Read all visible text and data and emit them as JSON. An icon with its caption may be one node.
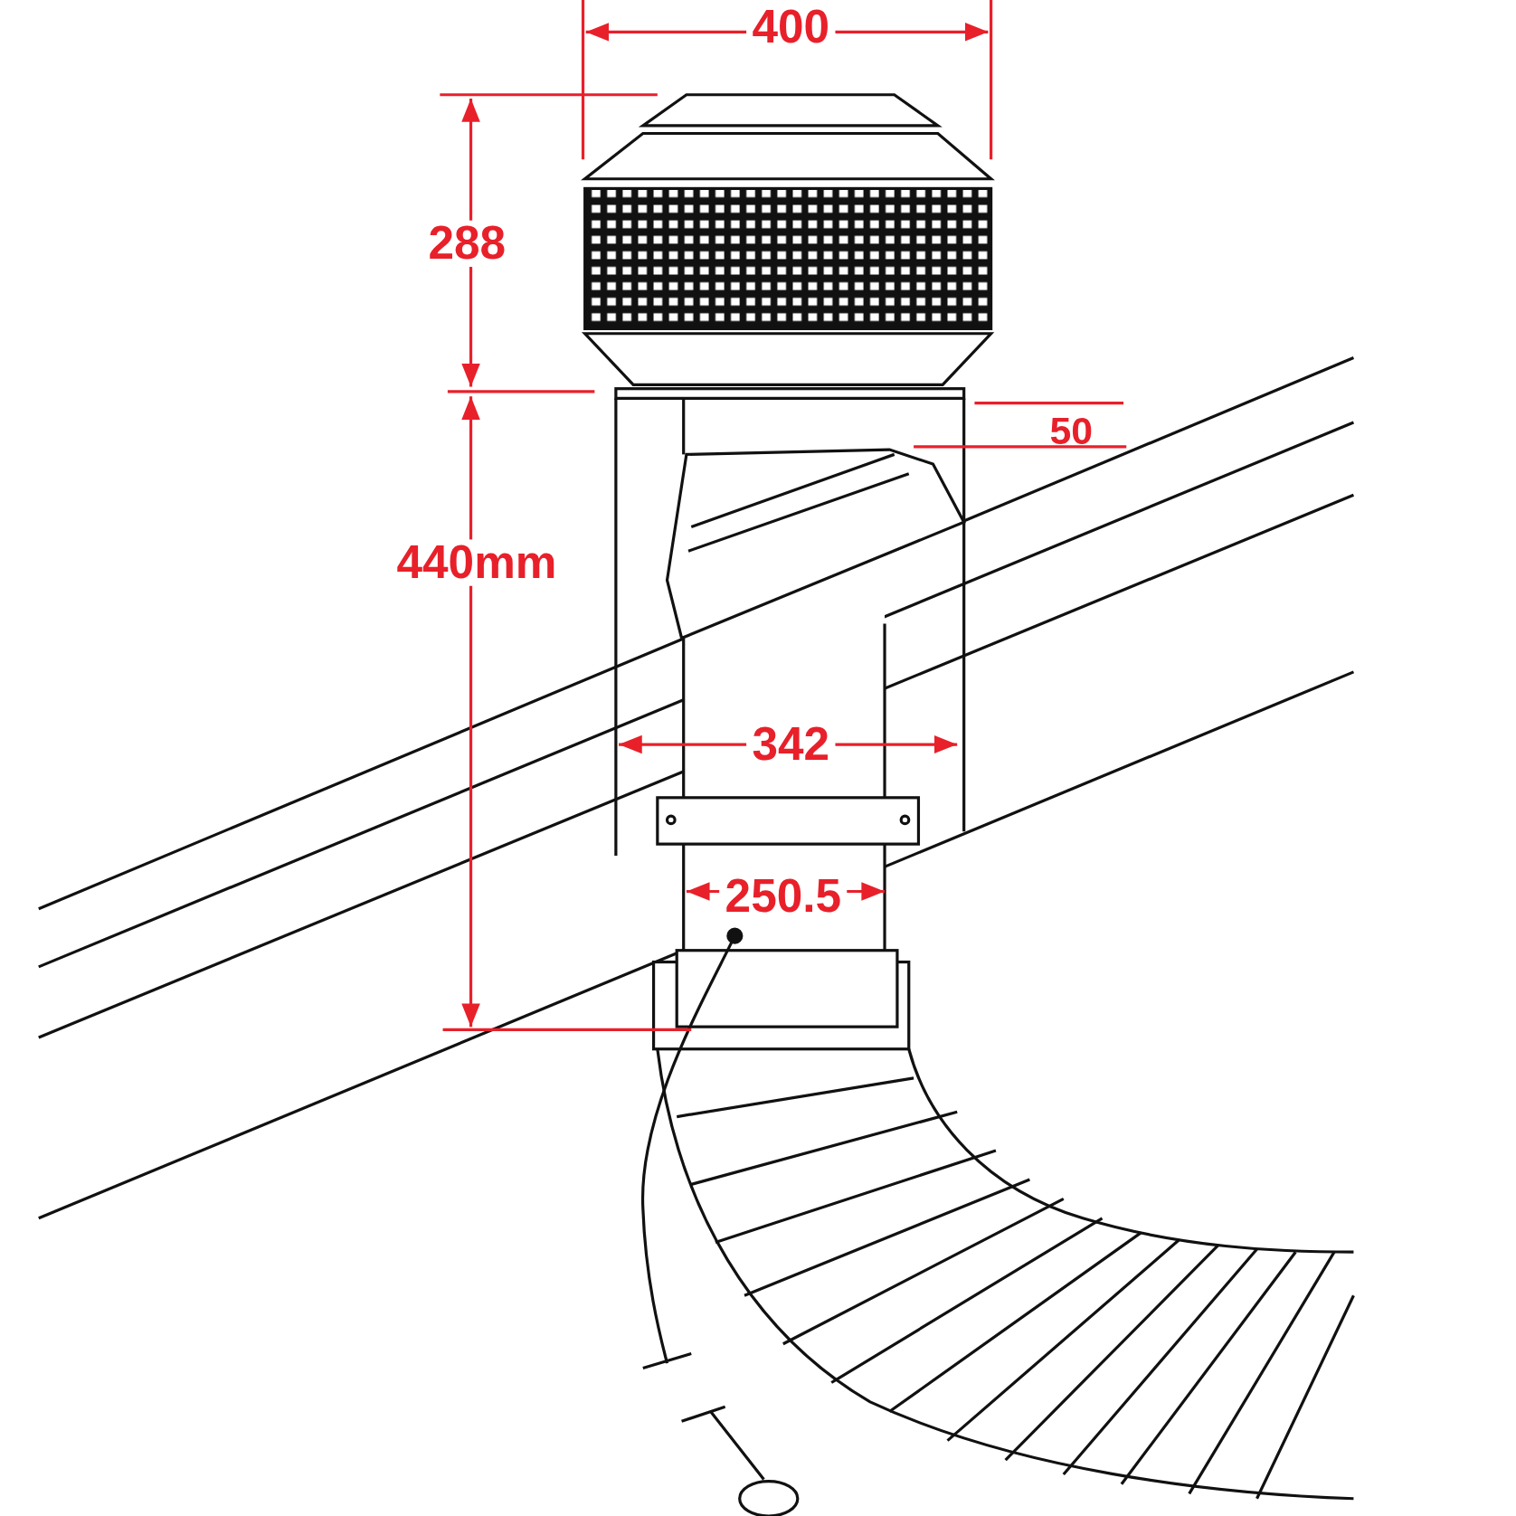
{
  "diagram": {
    "labels": [
      "400",
      "288",
      "50",
      "440mm",
      "342",
      "250.5"
    ]
  }
}
